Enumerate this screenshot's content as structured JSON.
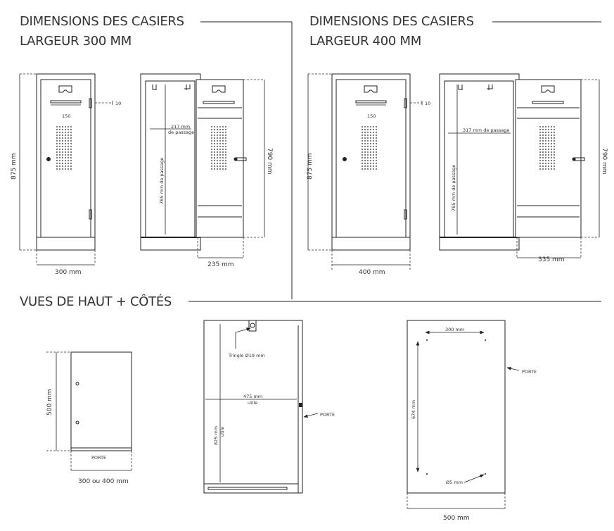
{
  "section1": {
    "title": "DIMENSIONS DES CASIERS",
    "subtitle": "LARGEUR 300 MM",
    "height": "875 mm",
    "width": "300 mm",
    "rail_width": "150",
    "rail_height": "10",
    "passage_width": "217 mm",
    "passage_width_sub": "de passage",
    "passage_height": "785  mm de passage",
    "door_height": "790 mm",
    "door_width": "235 mm"
  },
  "section2": {
    "title": "DIMENSIONS DES CASIERS",
    "subtitle": "LARGEUR 400 MM",
    "height": "875 mm",
    "width": "400 mm",
    "rail_width": "150",
    "rail_height": "10",
    "passage_width": "317 mm de passage",
    "passage_height": "785 mm de passage",
    "door_height": "790 mm",
    "door_width": "335 mm"
  },
  "section3": {
    "title": "VUES DE HAUT + CÔTÉS",
    "side": {
      "depth": "500 mm",
      "door_label": "PORTE",
      "width": "300 ou 400 mm"
    },
    "top": {
      "rod": "Tringle Ø19 mm",
      "width": "475 mm",
      "width_sub": "utile",
      "depth": "825 mm",
      "depth_sub": "utile",
      "door_label": "PORTE"
    },
    "bottom": {
      "hole_spacing": "300 mm",
      "hole_depth": "674 mm",
      "hole_diameter": "Ø5 mm",
      "door_label": "PORTE",
      "depth": "500 mm"
    }
  },
  "colors": {
    "line": "#222222",
    "text": "#333333"
  }
}
